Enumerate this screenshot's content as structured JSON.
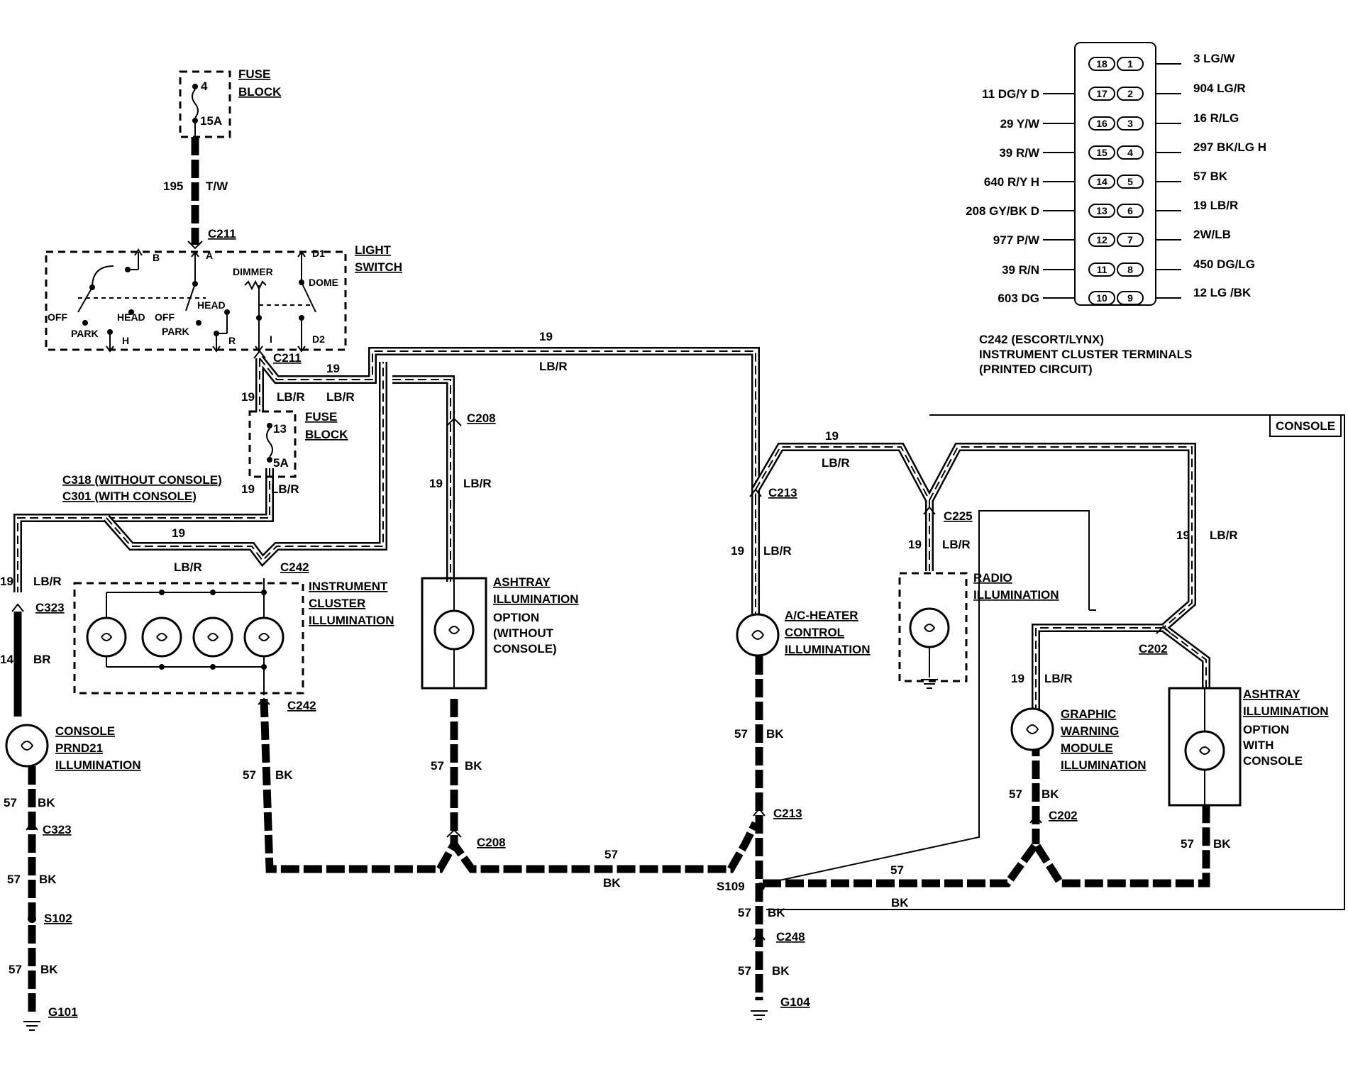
{
  "labels": {
    "fuse_block_1_a": "FUSE",
    "fuse_block_1_b": "BLOCK",
    "fuse_4": "4",
    "fuse_15a": "15A",
    "wire_195": "195",
    "wire_tw": "T/W",
    "c211_top": "C211",
    "light_switch_a": "LIGHT",
    "light_switch_b": "SWITCH",
    "sw_b": "B",
    "sw_a": "A",
    "sw_d1": "D1",
    "sw_dimmer": "DIMMER",
    "sw_dome": "DOME",
    "sw_head_1": "HEAD",
    "sw_off_1": "OFF",
    "sw_head_2": "HEAD",
    "sw_off_2": "OFF",
    "sw_park_1": "PARK",
    "sw_park_2": "PARK",
    "sw_h": "H",
    "sw_r": "R",
    "sw_i": "I",
    "sw_d2": "D2",
    "c211_bottom": "C211",
    "w19_a": "19",
    "w19_b": "19",
    "lbr_a": "LB/R",
    "lbr_b": "LB/R",
    "fuse_block_2_a": "FUSE",
    "fuse_block_2_b": "BLOCK",
    "fuse_13": "13",
    "fuse_5a": "5A",
    "c318": "C318 (WITHOUT CONSOLE)",
    "c301": "C301 (WITH CONSOLE)",
    "w19_c": "19",
    "lbr_c": "LB/R",
    "w19_d": "19",
    "lbr_d": "LB/R",
    "c242_top": "C242",
    "w19_e": "19",
    "lbr_e": "LB/R",
    "c323_top": "C323",
    "w14": "14",
    "br": "BR",
    "inst_cluster_a": "INSTRUMENT",
    "inst_cluster_b": "CLUSTER",
    "inst_cluster_c": "ILLUMINATION",
    "c242_bottom": "C242",
    "console_prnd_a": "CONSOLE",
    "console_prnd_b": "PRND21",
    "console_prnd_c": "ILLUMINATION",
    "w57_a": "57",
    "bk_a": "BK",
    "c323_bottom": "C323",
    "w57_b": "57",
    "bk_b": "BK",
    "s102": "S102",
    "w57_c": "57",
    "bk_c": "BK",
    "g101": "G101",
    "w57_d": "57",
    "bk_d": "BK",
    "w19_top": "19",
    "lbr_top": "LB/R",
    "c208_top": "C208",
    "w19_f": "19",
    "lbr_f": "LB/R",
    "ashtray1_a": "ASHTRAY",
    "ashtray1_b": "ILLUMINATION",
    "ashtray1_c": "OPTION",
    "ashtray1_d": "(WITHOUT",
    "ashtray1_e": "CONSOLE)",
    "w57_e": "57",
    "bk_e": "BK",
    "c208_bottom": "C208",
    "w57_f": "57",
    "bk_f": "BK",
    "c213_top": "C213",
    "w19_g": "19",
    "lbr_g": "LB/R",
    "ac_a": "A/C-HEATER",
    "ac_b": "CONTROL",
    "ac_c": "ILLUMINATION",
    "w57_g": "57",
    "bk_g": "BK",
    "c213_bottom": "C213",
    "s109": "S109",
    "w57_h": "57",
    "bk_h": "BK",
    "c248": "C248",
    "w57_i": "57",
    "bk_i": "BK",
    "g104": "G104",
    "w19_h": "19",
    "lbr_h": "LB/R",
    "c225": "C225",
    "w19_i": "19",
    "lbr_i": "LB/R",
    "radio_a": "RADIO",
    "radio_b": "ILLUMINATION",
    "console_box": "CONSOLE",
    "w19_j": "19",
    "lbr_j": "LB/R",
    "c202_top": "C202",
    "w19_k": "19",
    "lbr_k": "LB/R",
    "gwm_a": "GRAPHIC",
    "gwm_b": "WARNING",
    "gwm_c": "MODULE",
    "gwm_d": "ILLUMINATION",
    "ashtray2_a": "ASHTRAY",
    "ashtray2_b": "ILLUMINATION",
    "ashtray2_c": "OPTION",
    "ashtray2_d": "WITH",
    "ashtray2_e": "CONSOLE",
    "w57_j": "57",
    "bk_j": "BK",
    "c202_bottom": "C202",
    "w57_k": "57",
    "bk_k": "BK",
    "w57_l": "57",
    "bk_l": "BK",
    "c242_title_a": "C242 (ESCORT/LYNX)",
    "c242_title_b": "INSTRUMENT CLUSTER TERMINALS",
    "c242_title_c": "(PRINTED CIRCUIT)"
  },
  "connector": {
    "left_pins": [
      "18",
      "17",
      "16",
      "15",
      "14",
      "13",
      "12",
      "11",
      "10"
    ],
    "right_pins": [
      "1",
      "2",
      "3",
      "4",
      "5",
      "6",
      "7",
      "8",
      "9"
    ],
    "left_labels": [
      "",
      "11 DG/Y D",
      "29 Y/W",
      "39 R/W",
      "640 R/Y H",
      "208 GY/BK D",
      "977 P/W",
      "39 R/N",
      "603 DG"
    ],
    "right_labels": [
      "3 LG/W",
      "904 LG/R",
      "16 R/LG",
      "297 BK/LG H",
      "57 BK",
      "19 LB/R",
      "2W/LB",
      "450 DG/LG",
      "12 LG /BK"
    ]
  }
}
